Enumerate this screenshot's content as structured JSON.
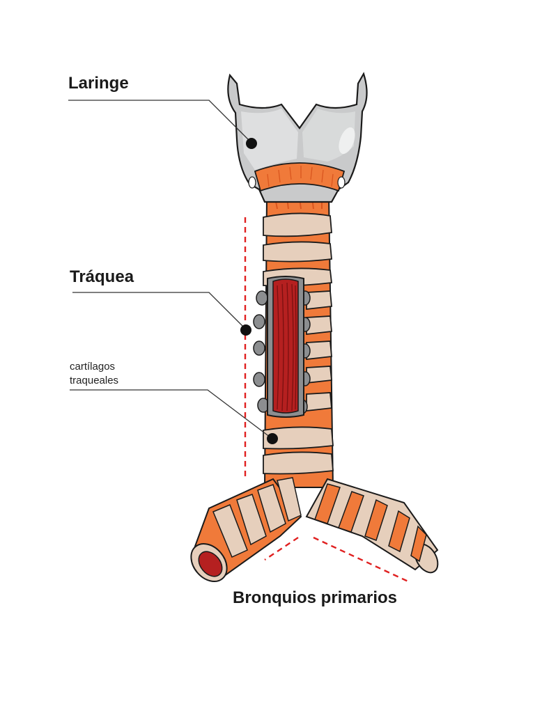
{
  "labels": {
    "larynx": "Laringe",
    "trachea": "Tráquea",
    "cartilage_line1": "cartílagos",
    "cartilage_line2": "traqueales",
    "bronchi": "Bronquios primarios"
  },
  "colors": {
    "muscle": "#f07a3a",
    "muscle_dark": "#d9561f",
    "cartilage_ring": "#e6cfbc",
    "ring_shadow": "#cdb4a0",
    "thyroid_gray": "#c9cacb",
    "thyroid_light": "#e3e4e5",
    "inner_lumen": "#b52020",
    "inner_lumen_dark": "#7a1010",
    "exposed_cartilage": "#8c8e90",
    "leader_line": "#333333",
    "dashed_guide": "#e02020",
    "outline": "#1a1a1a"
  }
}
